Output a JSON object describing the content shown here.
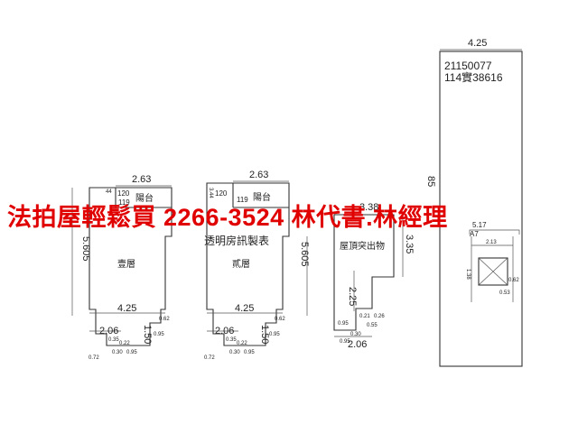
{
  "banner": "法拍屋輕鬆買 2266-3524 林代書.林經理",
  "caption": "透明房訊製表",
  "license": {
    "line1": "21150077",
    "line2": "114實38616"
  },
  "floors": [
    {
      "name": "壹層",
      "top_width": "2.63",
      "bottom_width": "4.25",
      "height": "5.605",
      "step_width": "2.06",
      "step_height": "1.50",
      "balcony": "陽台",
      "balcony_num": "119",
      "small_a": "120",
      "small_b": "44",
      "tiny": [
        "0.62",
        "0.95",
        "0.22",
        "0.35",
        "0.30",
        "0.95",
        "0.72"
      ]
    },
    {
      "name": "貳層",
      "top_width": "2.63",
      "bottom_width": "4.25",
      "height": "5.605",
      "step_width": "2.06",
      "step_height": "1.50",
      "balcony": "陽台",
      "balcony_num": "119",
      "small_a": "120",
      "small_b": "3.44",
      "tiny": [
        "0.62",
        "0.95",
        "0.22",
        "0.35",
        "0.30",
        "0.95",
        "0.72"
      ]
    }
  ],
  "roof": {
    "name": "屋頂突出物",
    "top_width": "3.38",
    "height": "3.35",
    "step_height": "2.25",
    "bottom_width": "2.06",
    "tiny": [
      "0.21",
      "0.55",
      "0.26",
      "0.95",
      "0.30",
      "0.95"
    ]
  },
  "site": {
    "top_width": "4.25",
    "height": "85",
    "mid": "2.13",
    "label_a": "A7",
    "label_b": "5.17",
    "box_left": "1.38",
    "box_right": "0.62",
    "box_bottom": "0.53"
  }
}
